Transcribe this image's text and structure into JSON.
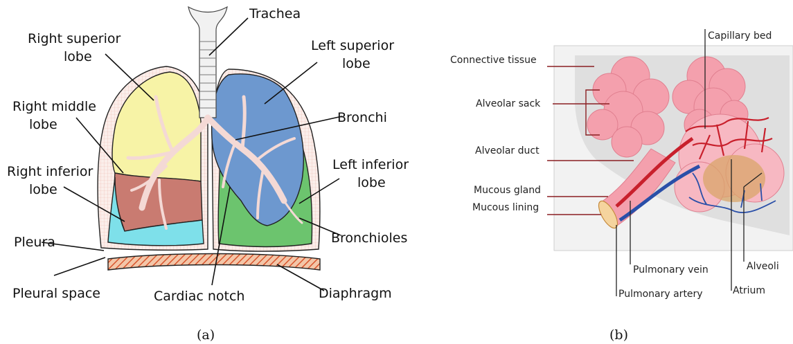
{
  "panel_a": {
    "caption": "(a)",
    "labels": {
      "trachea": "Trachea",
      "right_superior_1": "Right superior",
      "right_superior_2": "lobe",
      "left_superior_1": "Left superior",
      "left_superior_2": "lobe",
      "right_middle_1": "Right middle",
      "right_middle_2": "lobe",
      "bronchi": "Bronchi",
      "right_inferior_1": "Right inferior",
      "right_inferior_2": "lobe",
      "left_inferior_1": "Left inferior",
      "left_inferior_2": "lobe",
      "bronchioles": "Bronchioles",
      "pleura": "Pleura",
      "pleural_space": "Pleural space",
      "cardiac_notch": "Cardiac notch",
      "diaphragm": "Diaphragm"
    },
    "colors": {
      "superior_lobes": "#f7f3a6",
      "left_lung": "#6d98cf",
      "middle_lobe": "#c97b71",
      "inferior_right": "#7ee0ea",
      "inferior_left": "#6cc46e",
      "diaphragm": "#e0734a",
      "pleura": "#f6dcd6",
      "bronchi": "#f4d9d5"
    }
  },
  "panel_b": {
    "caption": "(b)",
    "labels": {
      "capillary_bed": "Capillary bed",
      "connective_tissue": "Connective tissue",
      "alveolar_sack": "Alveolar sack",
      "alveolar_duct": "Alveolar duct",
      "mucous_gland": "Mucous gland",
      "mucous_lining": "Mucous lining",
      "pulmonary_vein": "Pulmonary vein",
      "alveoli": "Alveoli",
      "atrium": "Atrium",
      "pulmonary_artery": "Pulmonary artery"
    },
    "colors": {
      "background_tissue": "#e2e2e2",
      "alveolar_pink": "#f4a0ad",
      "artery_red": "#c8202c",
      "vein_blue": "#2a4fa8",
      "atrium_tan": "#d9a66a"
    }
  }
}
